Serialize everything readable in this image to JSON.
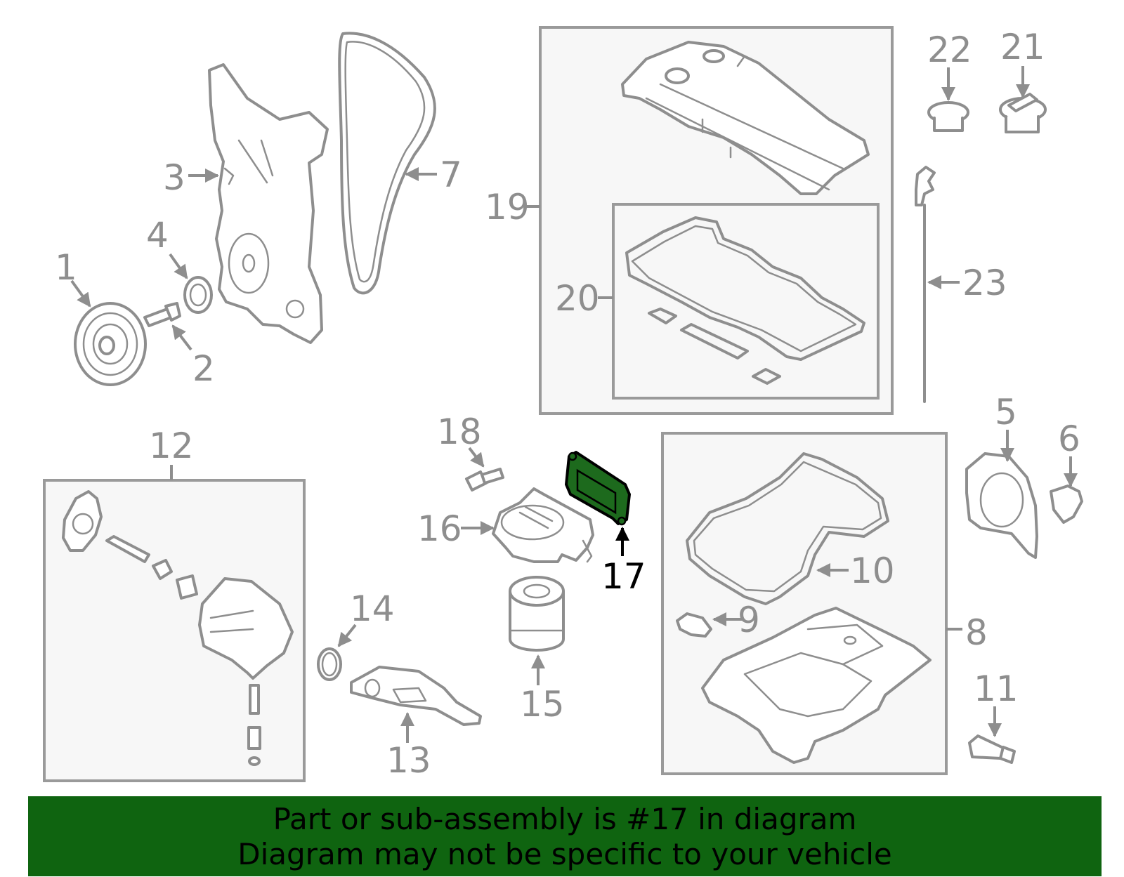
{
  "highlighted_part": "17",
  "colors": {
    "accent": "#0f6410",
    "highlight_fill": "#1d6a1d",
    "line": "#8e8e8e"
  },
  "callouts": {
    "c1": "1",
    "c2": "2",
    "c3": "3",
    "c4": "4",
    "c5": "5",
    "c6": "6",
    "c7": "7",
    "c8": "8",
    "c9": "9",
    "c10": "10",
    "c11": "11",
    "c12": "12",
    "c13": "13",
    "c14": "14",
    "c15": "15",
    "c16": "16",
    "c17": "17",
    "c18": "18",
    "c19": "19",
    "c20": "20",
    "c21": "21",
    "c22": "22",
    "c23": "23"
  },
  "banner": {
    "line1": "Part or sub-assembly is #17 in diagram",
    "line2": "Diagram may not be specific to your vehicle"
  }
}
